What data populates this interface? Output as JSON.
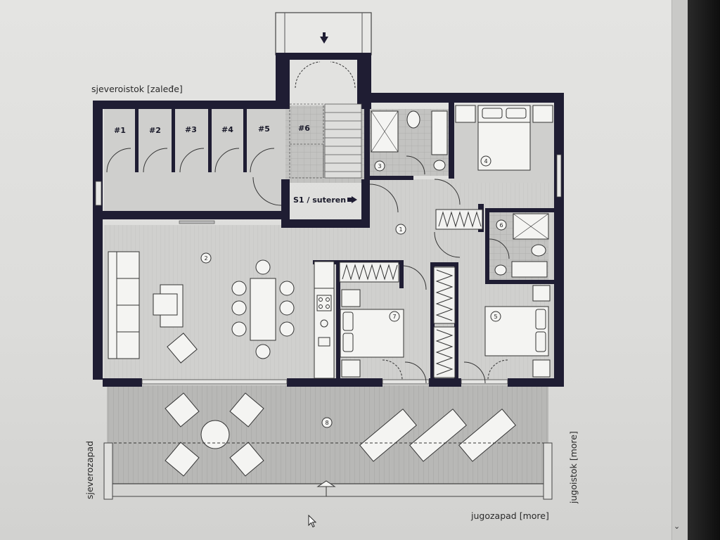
{
  "directions": {
    "northeast": "sjeveroistok [zaleđe]",
    "northwest": "sjeverozapad",
    "southeast": "jugoistok [more]",
    "southwest": "jugozapad [more]"
  },
  "storage_units": [
    "#1",
    "#2",
    "#3",
    "#4",
    "#5",
    "#6"
  ],
  "stair_label": "S1 / suteren",
  "room_numbers": [
    "1",
    "2",
    "3",
    "4",
    "5",
    "6",
    "7",
    "8"
  ],
  "colors": {
    "wall": "#1f1d33",
    "floor": "#cfcfcd",
    "terrace": "#b9b9b7",
    "furniture": "#f4f4f2"
  }
}
